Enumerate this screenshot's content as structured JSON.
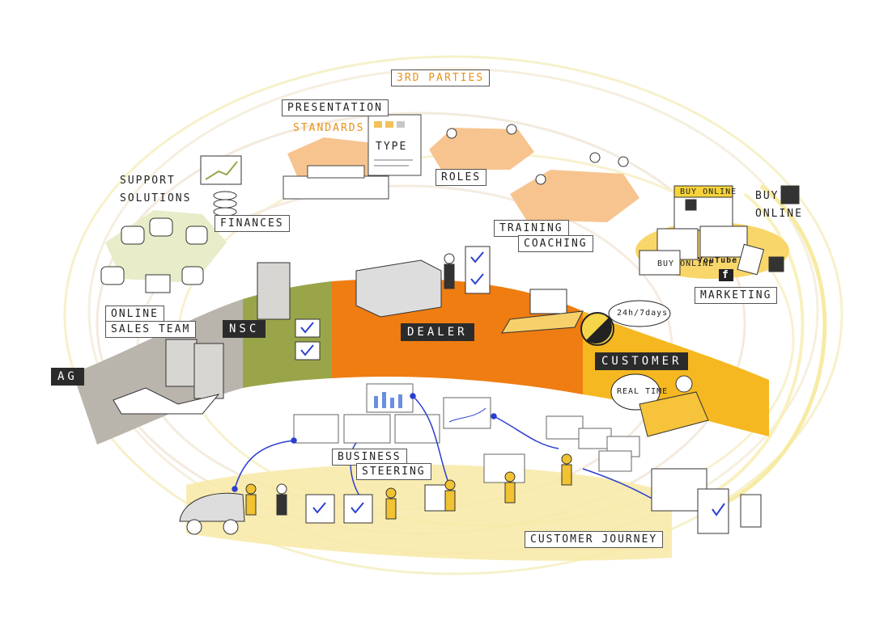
{
  "labels": {
    "third_parties": "3RD PARTIES",
    "presentation": "PRESENTATION",
    "standards": "STANDARDS",
    "type": "TYPE",
    "roles": "ROLES",
    "support": "SUPPORT",
    "solutions": "SOLUTIONS",
    "finances": "FINANCES",
    "training": "TRAINING",
    "coaching": "COACHING",
    "buy": "BUY",
    "online": "ONLINE",
    "buy_online_screen": "BUY ONLINE",
    "buy_online_brochure": "BUY ONLINE",
    "youtube": "YouTube",
    "facebook": "f",
    "marketing": "MARKETING",
    "online_sales": "ONLINE",
    "sales_team": "SALES TEAM",
    "ag": "AG",
    "nsc": "NSC",
    "dealer": "DEALER",
    "customer": "CUSTOMER",
    "availability": "24h/7days",
    "real_time": "REAL TIME",
    "business": "BUSINESS",
    "steering": "STEERING",
    "customer_journey": "CUSTOMER JOURNEY"
  },
  "colors": {
    "ag": "#b9b4ac",
    "nsc": "#9aa54a",
    "dealer": "#ef7d12",
    "customer": "#f6b820",
    "hex_orange": "#f7c48f",
    "journey": "#f8e9a4",
    "accent_blue": "#2a3fd0"
  }
}
